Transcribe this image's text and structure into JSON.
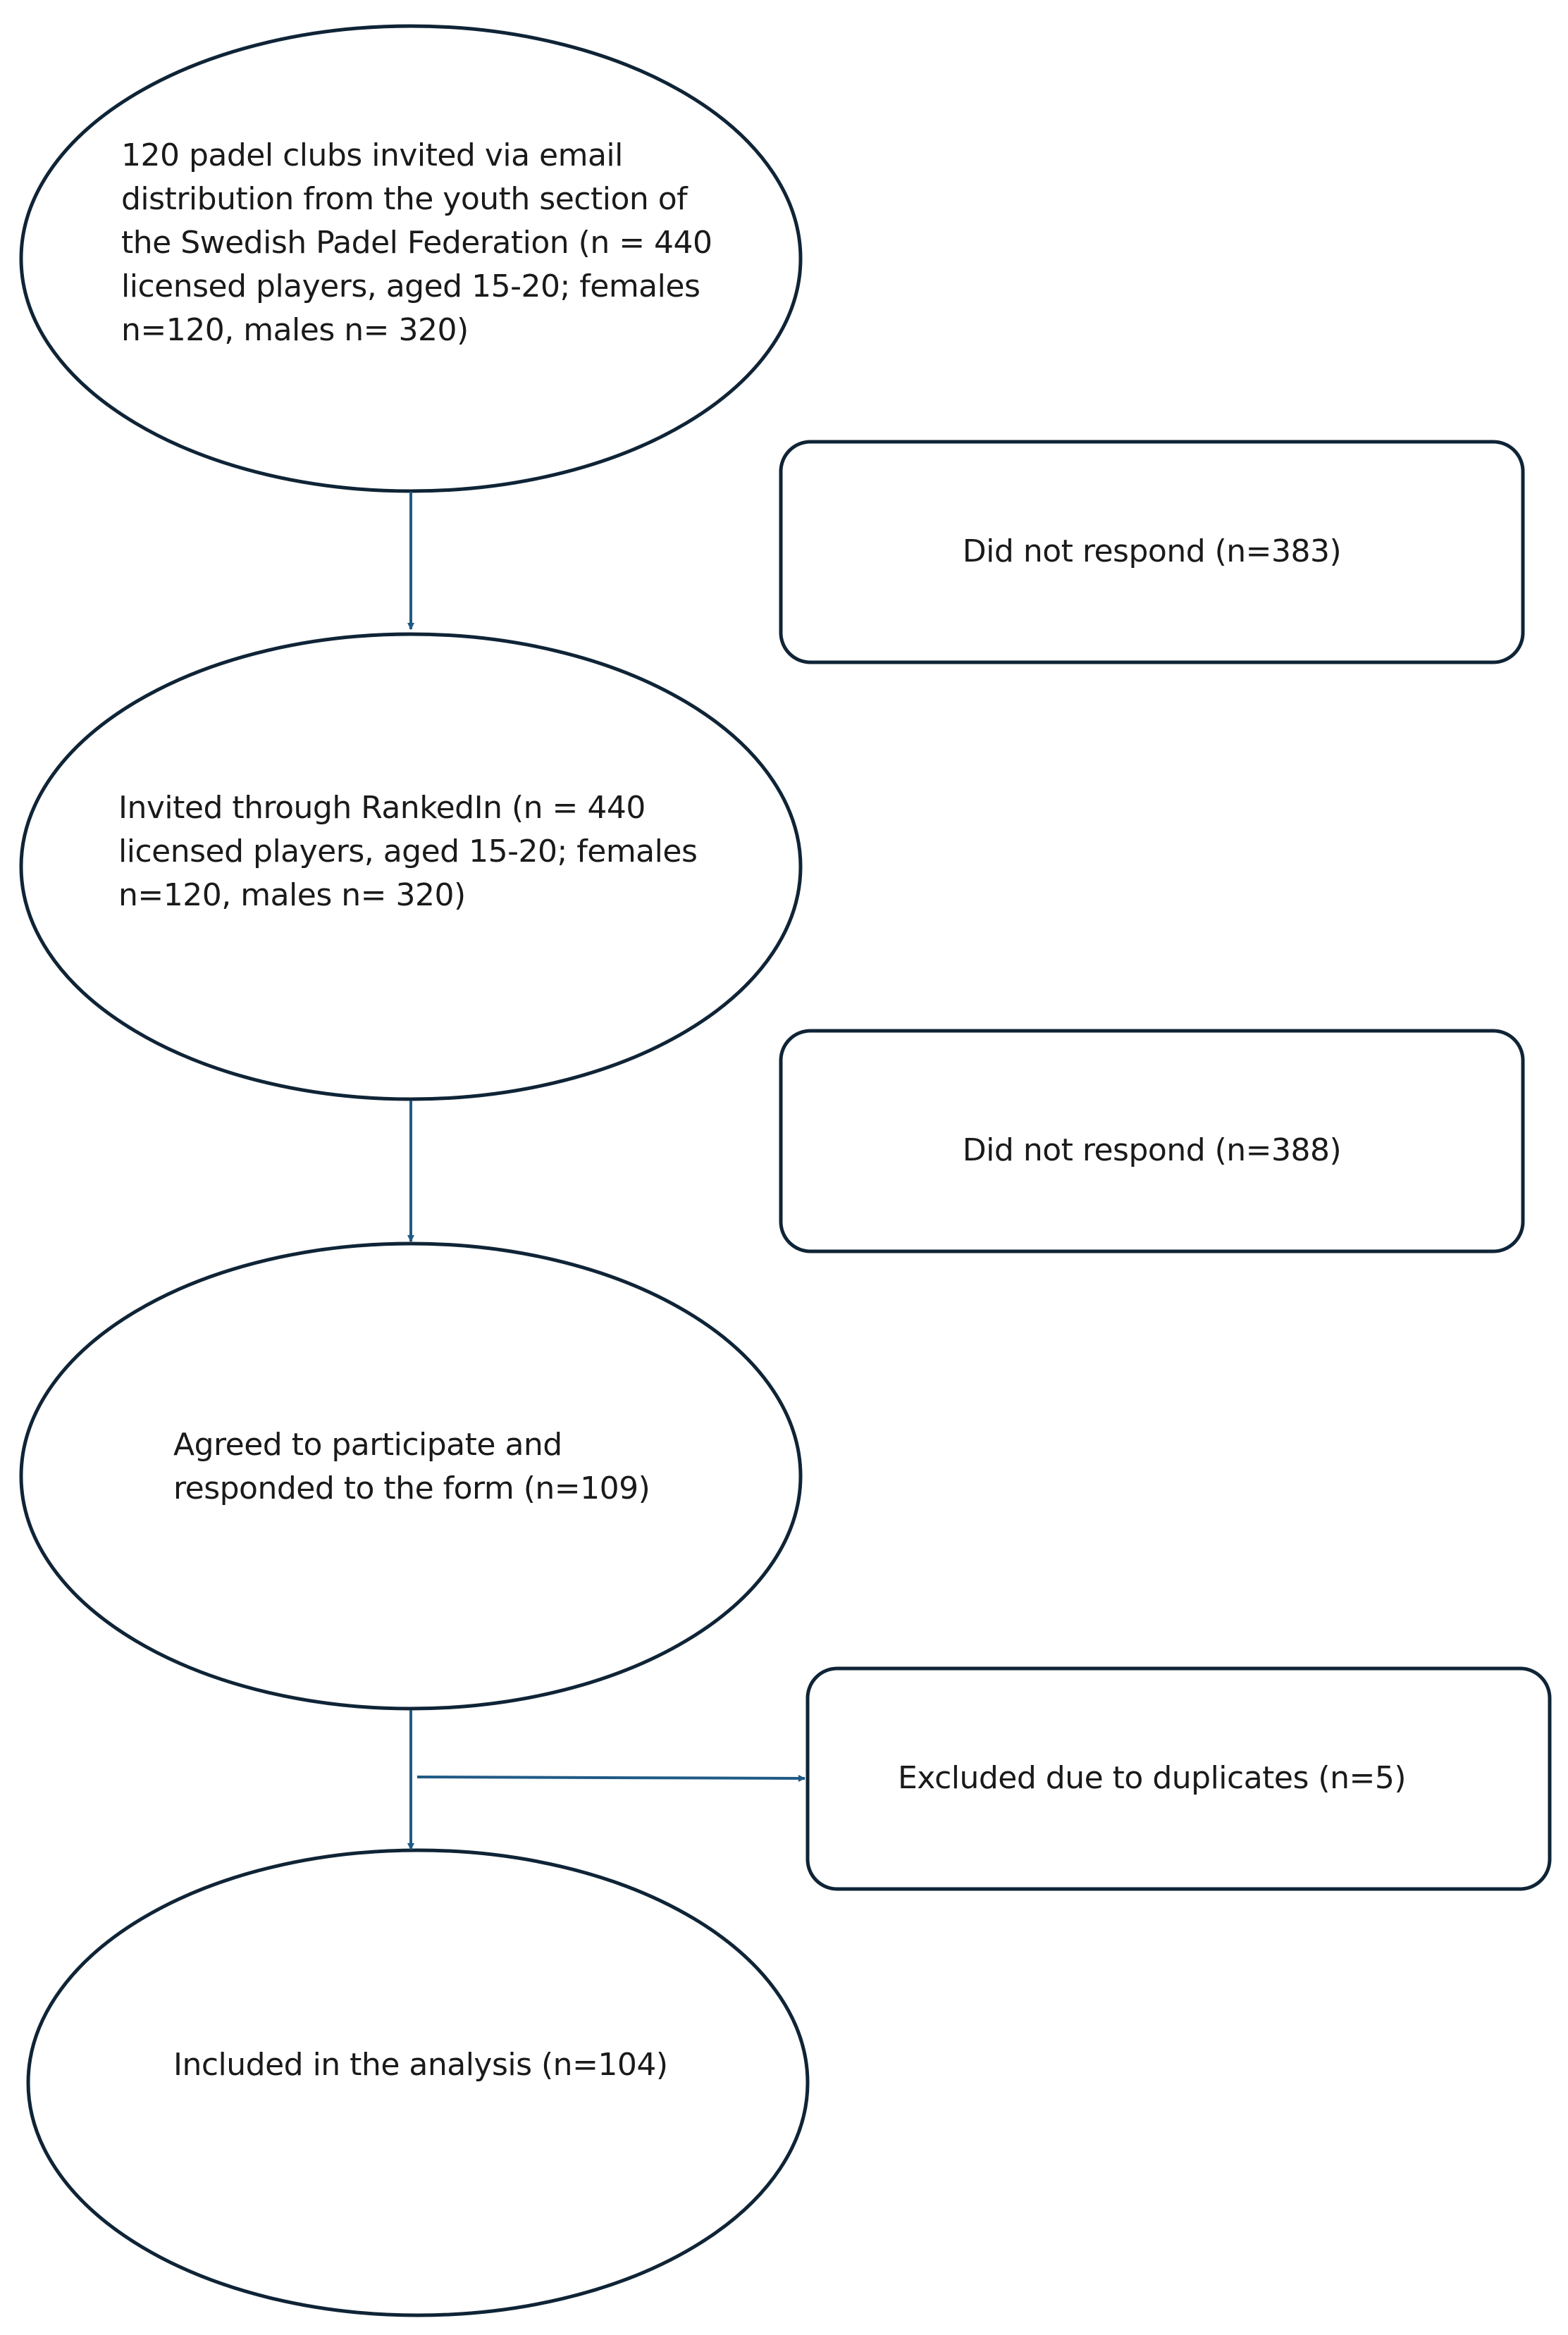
{
  "colors": {
    "outline": "#0f2436",
    "arrow": "#1f5a85",
    "text": "#1a1a1a",
    "background": "#ffffff"
  },
  "nodes": {
    "clubs_invited": "120 padel clubs invited via email\ndistribution from the youth section of\nthe Swedish Padel Federation (n = 440\nlicensed players, aged 15-20; females\nn=120, males n= 320)",
    "rankedin_invited": "Invited through RankedIn (n = 440\nlicensed players, aged 15-20; females\nn=120, males n= 320)",
    "agreed": "Agreed to participate and\nresponded to the form (n=109)",
    "included": "Included in the analysis (n=104)"
  },
  "side_boxes": {
    "no_response_1": "Did not respond (n=383)",
    "no_response_2": "Did not respond (n=388)",
    "excluded": "Excluded due to duplicates (n=5)"
  }
}
